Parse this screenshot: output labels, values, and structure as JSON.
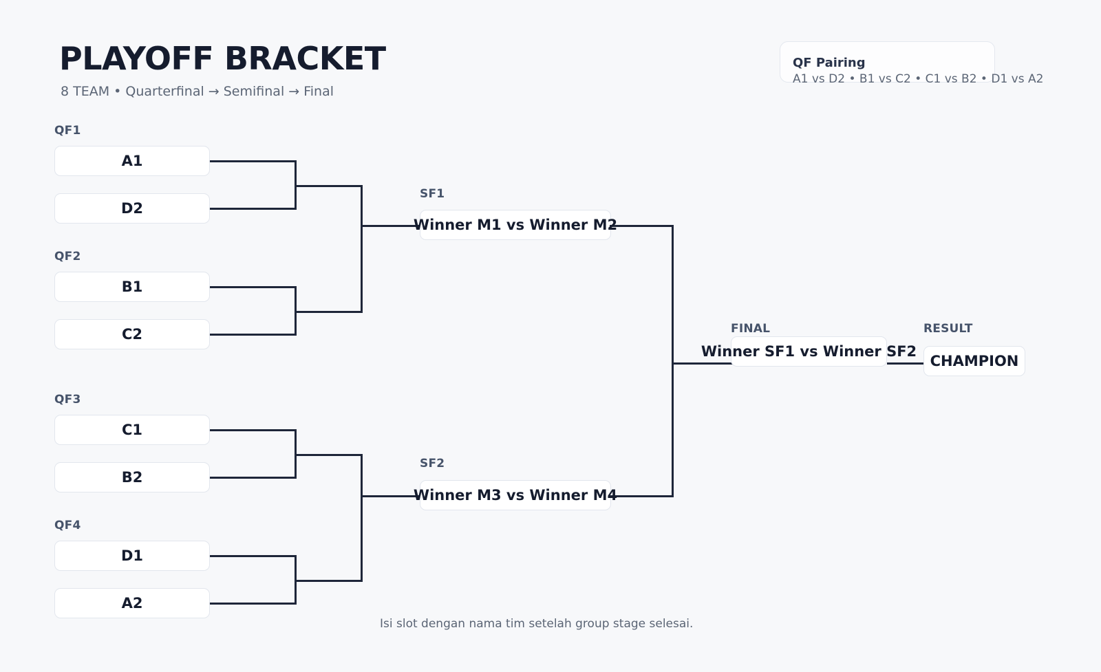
{
  "header": {
    "title": "PLAYOFF BRACKET",
    "subtitle": "8 TEAM • Quarterfinal → Semifinal → Final"
  },
  "pairing_card": {
    "title": "QF Pairing",
    "pairs_line": "A1 vs D2 • B1 vs C2 • C1 vs B2 • D1 vs A2"
  },
  "rounds": {
    "quarterfinals": [
      {
        "label": "QF1",
        "slots": [
          "A1",
          "D2"
        ]
      },
      {
        "label": "QF2",
        "slots": [
          "B1",
          "C2"
        ]
      },
      {
        "label": "QF3",
        "slots": [
          "C1",
          "B2"
        ]
      },
      {
        "label": "QF4",
        "slots": [
          "D1",
          "A2"
        ]
      }
    ],
    "semifinals": [
      {
        "label": "SF1",
        "slot": "Winner M1 vs Winner M2"
      },
      {
        "label": "SF2",
        "slot": "Winner M3 vs Winner M4"
      }
    ],
    "final": {
      "label": "FINAL",
      "slot": "Winner SF1 vs Winner SF2"
    },
    "result": {
      "label": "RESULT",
      "slot": "CHAMPION"
    }
  },
  "footnote": "Isi slot dengan nama tim setelah group stage selesai.",
  "colors": {
    "background": "#f7f8fa",
    "ink": "#151c2e",
    "muted": "#5b6575",
    "label": "#46536a",
    "connector": "#1e2639",
    "slot_border": "#e2e6ed",
    "slot_fill": "#ffffff"
  }
}
